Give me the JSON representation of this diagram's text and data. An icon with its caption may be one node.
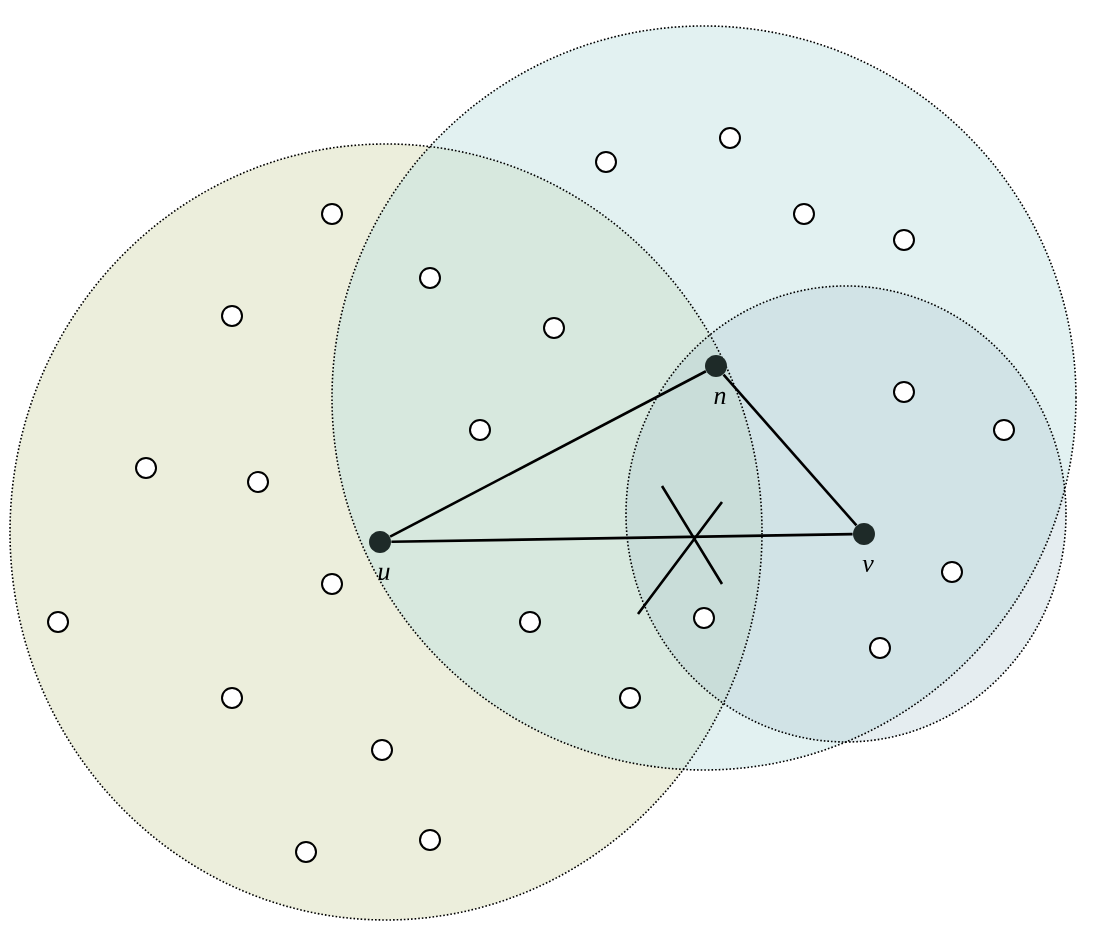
{
  "diagram": {
    "nodes": [
      {
        "text": [],
        "shape": "circle"
      },
      {
        "text": [],
        "shape": "circle"
      },
      {
        "text": [],
        "shape": "circle"
      },
      {
        "text": [],
        "shape": "circle"
      },
      {
        "text": [],
        "shape": "circle"
      },
      {
        "text": [],
        "shape": "circle"
      },
      {
        "text": [],
        "shape": "circle"
      },
      {
        "text": [],
        "shape": "circle"
      },
      {
        "text": [
          "n"
        ]
      },
      {
        "text": [],
        "shape": "circle"
      },
      {
        "text": [],
        "shape": "circle"
      },
      {
        "text": [],
        "shape": "circle"
      },
      {
        "text": [],
        "shape": "circle"
      },
      {
        "text": [],
        "shape": "circle"
      },
      {
        "text": [
          "v"
        ]
      },
      {
        "text": [
          "u"
        ]
      },
      {
        "text": [],
        "shape": "circle"
      },
      {
        "text": [],
        "shape": "circle"
      },
      {
        "text": [],
        "shape": "circle"
      },
      {
        "text": [],
        "shape": "circle"
      },
      {
        "text": [],
        "shape": "circle"
      },
      {
        "text": [],
        "shape": "circle"
      },
      {
        "text": [],
        "shape": "circle"
      },
      {
        "text": [],
        "shape": "circle"
      },
      {
        "text": [],
        "shape": "circle"
      },
      {
        "text": [],
        "shape": "circle"
      },
      {
        "text": [],
        "shape": "circle"
      }
    ],
    "edges": [
      {
        "from": 15,
        "to": 8,
        "arrow": "none"
      },
      {
        "from": 8,
        "to": 14,
        "arrow": "none"
      },
      {
        "from": 15,
        "to": 14,
        "arrow": "none"
      }
    ]
  }
}
